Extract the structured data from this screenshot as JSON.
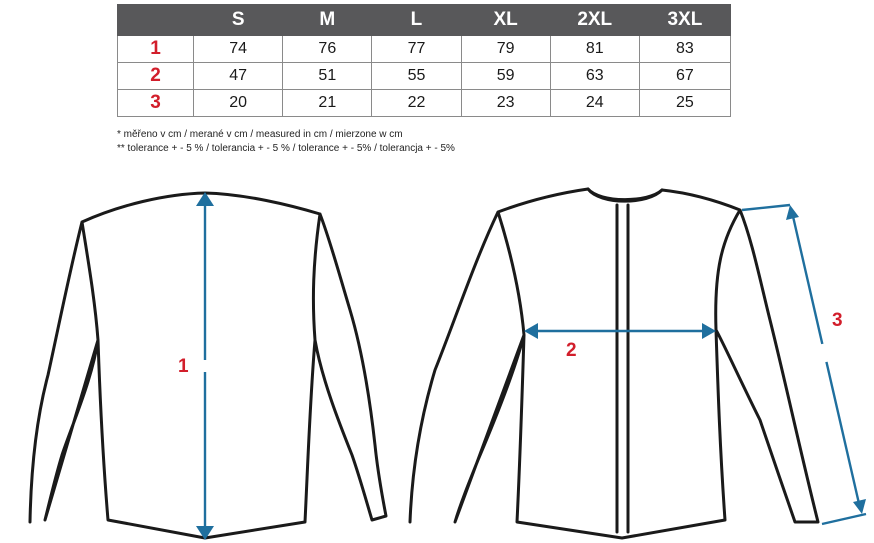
{
  "table": {
    "headers": [
      "",
      "S",
      "M",
      "L",
      "XL",
      "2XL",
      "3XL"
    ],
    "rows": [
      {
        "label": "1",
        "values": [
          "74",
          "76",
          "77",
          "79",
          "81",
          "83"
        ]
      },
      {
        "label": "2",
        "values": [
          "47",
          "51",
          "55",
          "59",
          "63",
          "67"
        ]
      },
      {
        "label": "3",
        "values": [
          "20",
          "21",
          "22",
          "23",
          "24",
          "25"
        ]
      }
    ]
  },
  "notes": {
    "measured": "* měřeno v cm / merané v cm / measured in cm / mierzone w cm",
    "tolerance": "** tolerance + - 5 % / tolerancia + - 5 % / tolerance + - 5% / tolerancja + - 5%"
  },
  "diagram": {
    "labels": {
      "length": "1",
      "chest": "2",
      "sleeve": "3"
    }
  },
  "colors": {
    "header_bg": "#58585a",
    "row_label": "#d21e2b",
    "measure_line": "#1f6f9e",
    "outline": "#1a1a1a"
  }
}
